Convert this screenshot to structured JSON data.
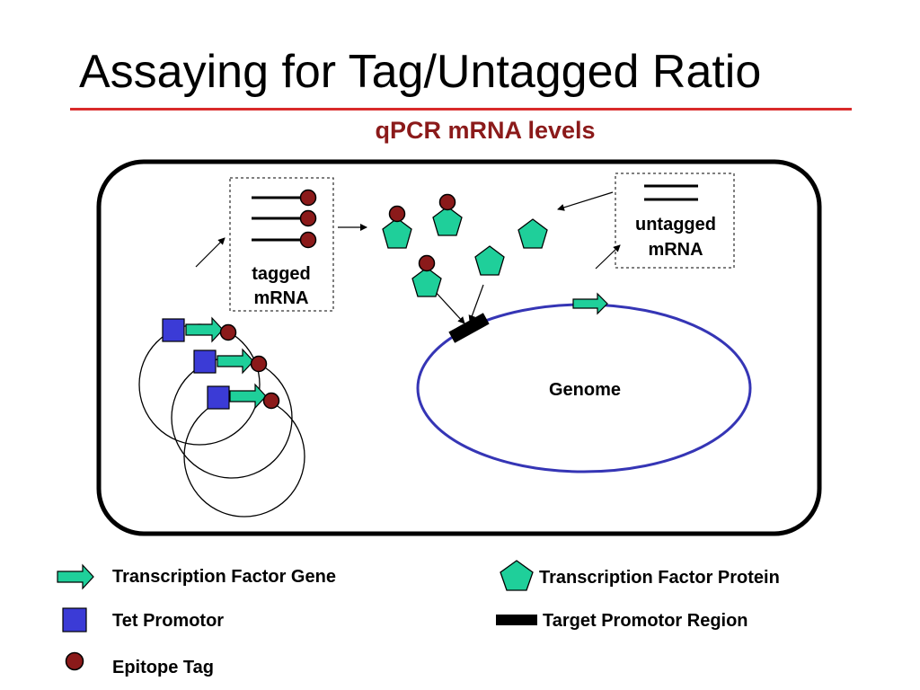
{
  "slide": {
    "title": "Assaying for Tag/Untagged Ratio",
    "subtitle": "qPCR mRNA levels"
  },
  "diagram": {
    "tagged_label_line1": "tagged",
    "tagged_label_line2": "mRNA",
    "untagged_label_line1": "untagged",
    "untagged_label_line2": "mRNA",
    "genome_label": "Genome"
  },
  "legend": {
    "gene": "Transcription Factor Gene",
    "promoter": "Tet Promotor",
    "tag": "Epitope Tag",
    "protein": "Transcription Factor Protein",
    "target": "Target Promotor Region"
  },
  "colors": {
    "title_rule": "#d92b2b",
    "subtitle": "#8b1a1a",
    "teal": "#1fcf9a",
    "epitope": "#8b1a1a",
    "promoter": "#3b3bd6",
    "genome_outline": "#3535b5",
    "target_region": "#000000"
  }
}
